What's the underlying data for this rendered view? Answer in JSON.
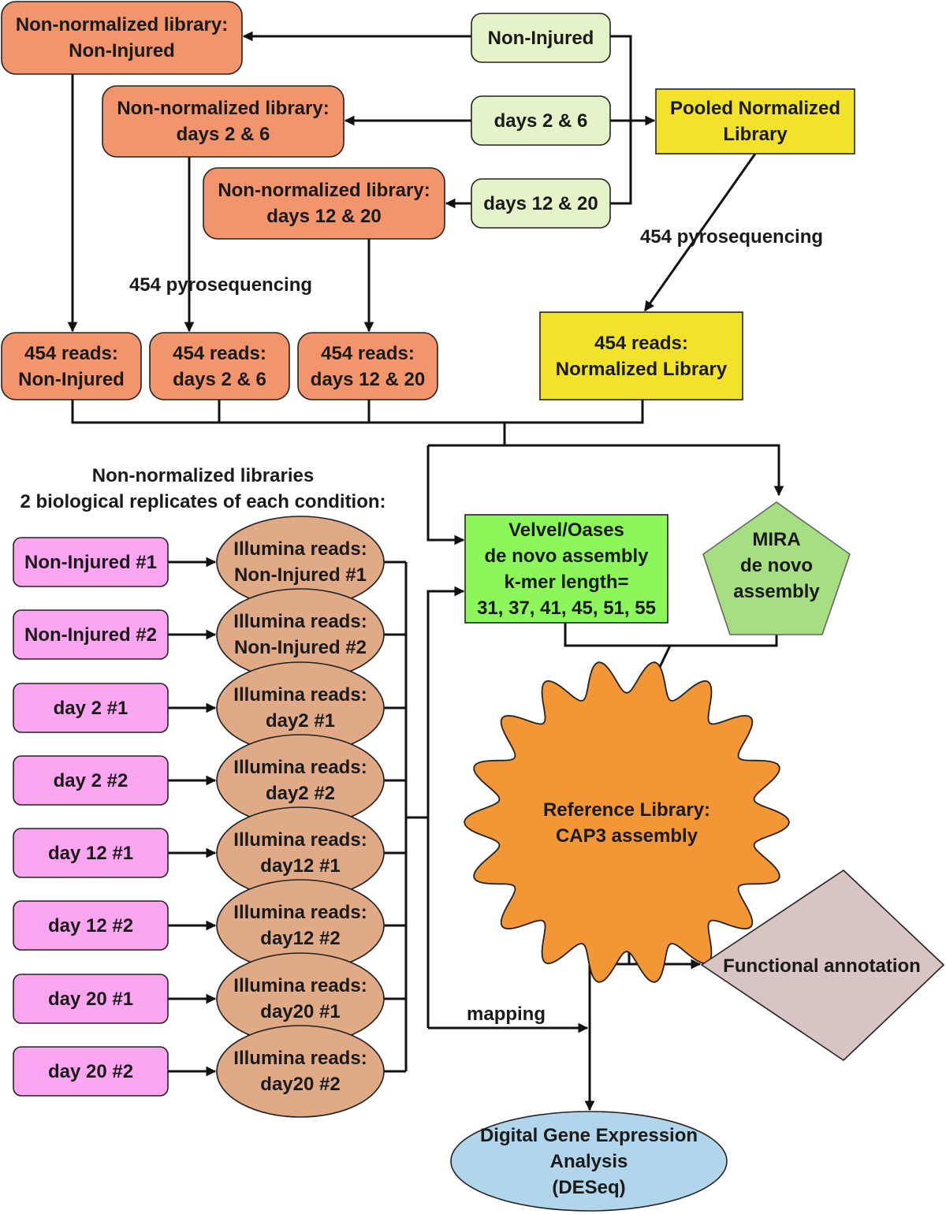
{
  "nodes": {
    "nn_noninj": {
      "lines": [
        "Non-normalized library:",
        "Non-Injured"
      ],
      "fill": "#f2946c"
    },
    "nn_d26": {
      "lines": [
        "Non-normalized library:",
        "days 2 & 6"
      ],
      "fill": "#f2946c"
    },
    "nn_d1220": {
      "lines": [
        "Non-normalized library:",
        "days 12 & 20"
      ],
      "fill": "#f2946c"
    },
    "src_noninj": {
      "lines": [
        "Non-Injured"
      ],
      "fill": "#e4f4c8"
    },
    "src_d26": {
      "lines": [
        "days 2 & 6"
      ],
      "fill": "#e4f4c8"
    },
    "src_d1220": {
      "lines": [
        "days 12 & 20"
      ],
      "fill": "#e4f4c8"
    },
    "pooled": {
      "lines": [
        "Pooled Normalized",
        "Library"
      ],
      "fill": "#f3e22a"
    },
    "reads_noninj": {
      "lines": [
        "454 reads:",
        "Non-Injured"
      ],
      "fill": "#f2946c"
    },
    "reads_d26": {
      "lines": [
        "454 reads:",
        "days 2 & 6"
      ],
      "fill": "#f2946c"
    },
    "reads_d1220": {
      "lines": [
        "454 reads:",
        "days 12 & 20"
      ],
      "fill": "#f2946c"
    },
    "reads_norm": {
      "lines": [
        "454 reads:",
        "Normalized Library"
      ],
      "fill": "#f3e22a"
    },
    "velvet": {
      "lines": [
        "Velvel/Oases",
        "de novo assembly",
        "k-mer length=",
        "31, 37, 41, 45, 51, 55"
      ],
      "fill": "#8cf75a"
    },
    "mira": {
      "lines": [
        "MIRA",
        "de novo",
        "assembly"
      ],
      "fill": "#a6df82"
    },
    "reference": {
      "lines": [
        "Reference Library:",
        "CAP3 assembly"
      ],
      "fill": "#f29636"
    },
    "functional": {
      "lines": [
        "Functional annotation"
      ],
      "fill": "#d8c4c2"
    },
    "dge": {
      "lines": [
        "Digital Gene Expression",
        "Analysis",
        "(DESeq)"
      ],
      "fill": "#b1d6ec"
    }
  },
  "samples": [
    {
      "label": "Non-Injured #1",
      "reads": [
        "Illumina reads:",
        "Non-Injured #1"
      ]
    },
    {
      "label": "Non-Injured #2",
      "reads": [
        "Illumina reads:",
        "Non-Injured #2"
      ]
    },
    {
      "label": "day 2 #1",
      "reads": [
        "Illumina reads:",
        "day2 #1"
      ]
    },
    {
      "label": "day 2 #2",
      "reads": [
        "Illumina reads:",
        "day2 #2"
      ]
    },
    {
      "label": "day 12 #1",
      "reads": [
        "Illumina reads:",
        "day12 #1"
      ]
    },
    {
      "label": "day 12 #2",
      "reads": [
        "Illumina reads:",
        "day12 #2"
      ]
    },
    {
      "label": "day 20 #1",
      "reads": [
        "Illumina reads:",
        "day20 #1"
      ]
    },
    {
      "label": "day 20 #2",
      "reads": [
        "Illumina reads:",
        "day20 #2"
      ]
    }
  ],
  "sample_fill": "#fca6f2",
  "reads_fill": "#e0aa87",
  "labels": {
    "pyro_left": "454 pyrosequencing",
    "pyro_right": "454 pyrosequencing",
    "replicates": [
      "Non-normalized libraries",
      "2 biological replicates of each condition:"
    ],
    "mapping": "mapping"
  }
}
